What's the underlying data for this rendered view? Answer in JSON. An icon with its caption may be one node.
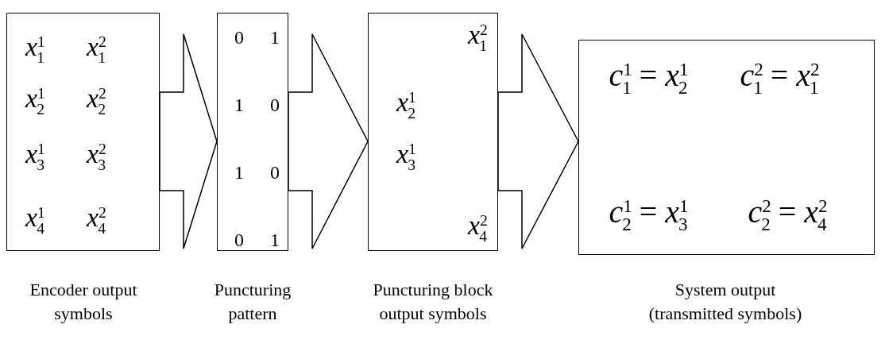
{
  "diagram": {
    "nodes": [
      {
        "text": [
          "*x*$^{1}$$_{1}$",
          "*x*$^{2}$$_{1}$",
          "*x*$^{1}$$_{2}$",
          "*x*$^{2}$$_{2}$",
          "*x*$^{1}$$_{3}$",
          "*x*$^{2}$$_{3}$",
          "*x*$^{1}$$_{4}$",
          "*x*$^{2}$$_{4}$"
        ],
        "beside": [
          "Encoder output symbols"
        ]
      },
      {
        "text": [
          "0",
          "1",
          "1",
          "0",
          "1",
          "0",
          "0",
          "1"
        ],
        "beside": [
          "Puncturing pattern"
        ]
      },
      {
        "text": [
          "*x*$^{2}$$_{1}$",
          "*x*$^{1}$$_{2}$",
          "*x*$^{1}$$_{3}$",
          "*x*$^{2}$$_{4}$"
        ],
        "beside": [
          "Puncturing block output symbols"
        ]
      },
      {
        "text": [
          "*c*$^{1}$$_{1}$ = *x*$^{1}$$_{2}$",
          "*c*$^{2}$$_{1}$ = *x*$^{2}$$_{1}$",
          "*c*$^{1}$$_{2}$ = *x*$^{1}$$_{3}$",
          "*c*$^{2}$$_{2}$ = *x*$^{2}$$_{4}$"
        ],
        "beside": [
          "System output (transmitted symbols)"
        ]
      }
    ],
    "edges": [
      {
        "from": 0,
        "to": 1,
        "arrow": "to"
      },
      {
        "from": 1,
        "to": 2,
        "arrow": "to"
      },
      {
        "from": 2,
        "to": 3,
        "arrow": "to"
      }
    ]
  }
}
